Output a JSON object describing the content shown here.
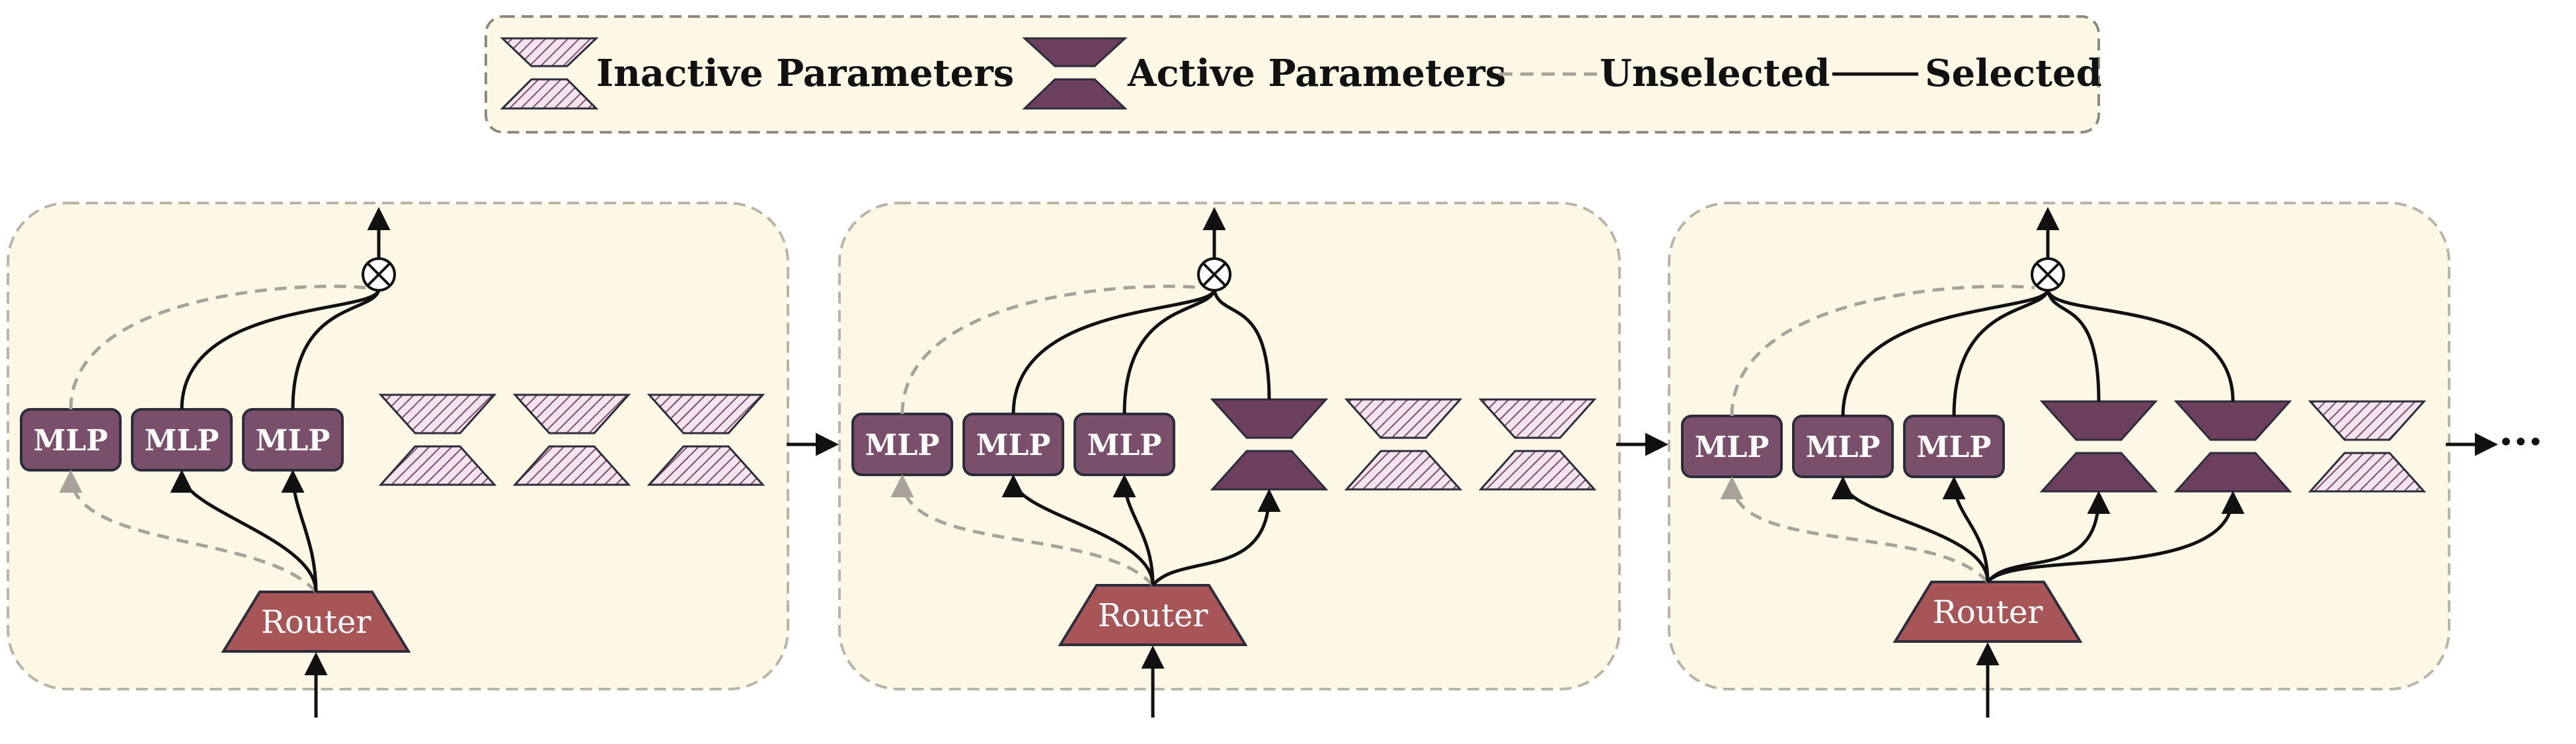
{
  "legend": {
    "inactive_label": "Inactive Parameters",
    "active_label": "Active Parameters",
    "unselected_label": "Unselected",
    "selected_label": "Selected"
  },
  "colors": {
    "panel_fill": "#fdf7e6",
    "panel_border": "#b9b4a8",
    "mlp_fill": "#7a4f6b",
    "active_fill": "#6c3f5e",
    "router_fill": "#a85558",
    "hatch_line": "#6c3f5e",
    "selected_line": "#111111",
    "unselected_line": "#a8a39a"
  },
  "stages": [
    {
      "mlp_labels": [
        "MLP",
        "MLP",
        "MLP"
      ],
      "router_label": "Router",
      "active_experts": 0,
      "inactive_experts": 3
    },
    {
      "mlp_labels": [
        "MLP",
        "MLP",
        "MLP"
      ],
      "router_label": "Router",
      "active_experts": 1,
      "inactive_experts": 2
    },
    {
      "mlp_labels": [
        "MLP",
        "MLP",
        "MLP"
      ],
      "router_label": "Router",
      "active_experts": 2,
      "inactive_experts": 1
    }
  ],
  "continuation": "···"
}
